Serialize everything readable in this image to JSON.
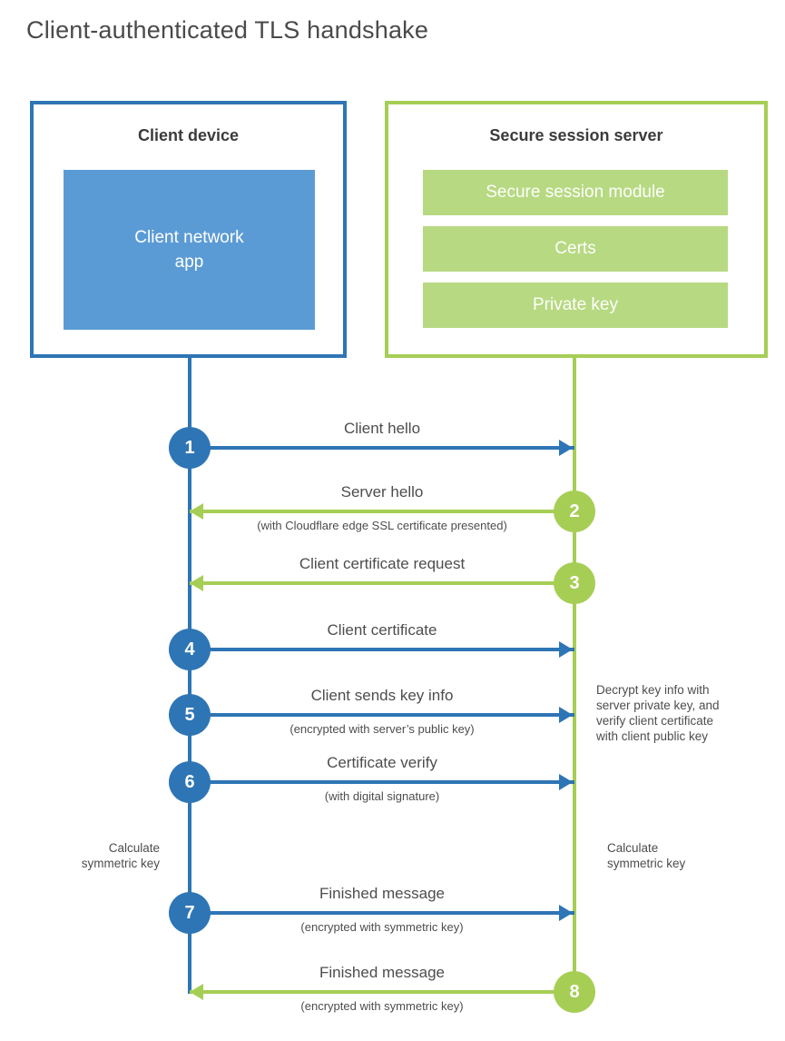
{
  "title": "Client-authenticated TLS handshake",
  "colors": {
    "client_accent": "#2e75b5",
    "client_fill": "#5b9bd5",
    "server_accent": "#a6ce55",
    "server_fill": "#b7d982",
    "heading_text": "#3b3b3b",
    "label_text": "#4d4d4d"
  },
  "client": {
    "title": "Client device",
    "app_label": "Client network\napp"
  },
  "server": {
    "title": "Secure session server",
    "modules": [
      {
        "label": "Secure session module"
      },
      {
        "label": "Certs"
      },
      {
        "label": "Private key"
      }
    ]
  },
  "steps": [
    {
      "num": "1",
      "label": "Client hello",
      "sub": "",
      "from": "client",
      "to": "server",
      "direction": "right",
      "color": "blue"
    },
    {
      "num": "2",
      "label": "Server hello",
      "sub": "(with Cloudflare edge SSL certificate presented)",
      "from": "server",
      "to": "client",
      "direction": "left",
      "color": "green"
    },
    {
      "num": "3",
      "label": "Client certificate request",
      "sub": "",
      "from": "server",
      "to": "client",
      "direction": "left",
      "color": "green"
    },
    {
      "num": "4",
      "label": "Client certificate",
      "sub": "",
      "from": "client",
      "to": "server",
      "direction": "right",
      "color": "blue"
    },
    {
      "num": "5",
      "label": "Client sends key info",
      "sub": "(encrypted with server’s public key)",
      "from": "client",
      "to": "server",
      "direction": "right",
      "color": "blue"
    },
    {
      "num": "6",
      "label": "Certificate verify",
      "sub": "(with digital signature)",
      "from": "client",
      "to": "server",
      "direction": "right",
      "color": "blue"
    },
    {
      "num": "7",
      "label": "Finished message",
      "sub": "(encrypted with symmetric key)",
      "from": "client",
      "to": "server",
      "direction": "right",
      "color": "blue"
    },
    {
      "num": "8",
      "label": "Finished message",
      "sub": "(encrypted with symmetric key)",
      "from": "server",
      "to": "client",
      "direction": "left",
      "color": "green"
    }
  ],
  "notes": {
    "decrypt": "Decrypt key info with\nserver private key, and\nverify client certificate\nwith client public key",
    "calc_left": "Calculate\nsymmetric key",
    "calc_right": "Calculate\nsymmetric key"
  }
}
